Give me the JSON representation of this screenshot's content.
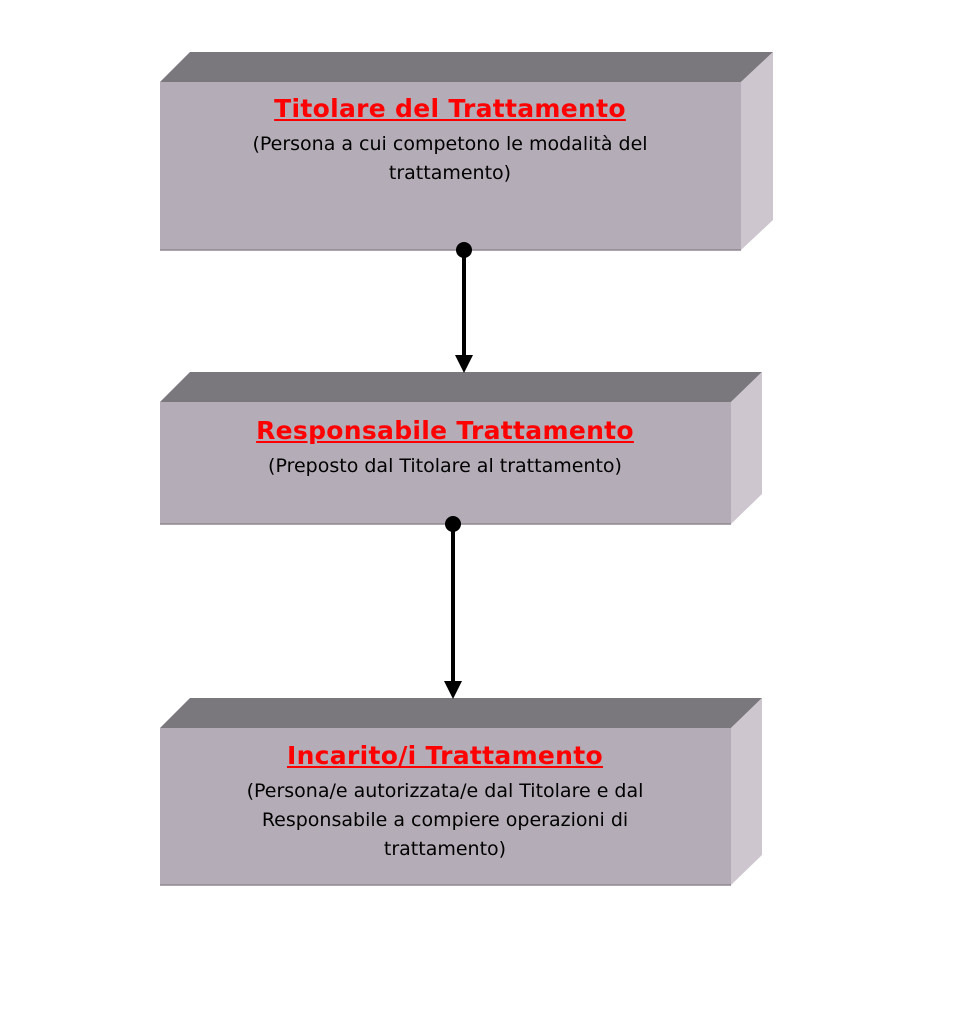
{
  "boxes": [
    {
      "title": "Titolare del Trattamento",
      "description": "(Persona a cui competono le modalità del trattamento)"
    },
    {
      "title": "Responsabile Trattamento",
      "description": "(Preposto dal Titolare al trattamento)"
    },
    {
      "title": "Incarito/i Trattamento",
      "description": "(Persona/e autorizzata/e dal Titolare e dal Responsabile a compiere operazioni di trattamento)"
    }
  ],
  "colors": {
    "box_front": "#b4acb6",
    "box_top": "#7a777d",
    "box_side": "#cdc6cf",
    "title": "#ff0000",
    "connector": "#000000"
  }
}
